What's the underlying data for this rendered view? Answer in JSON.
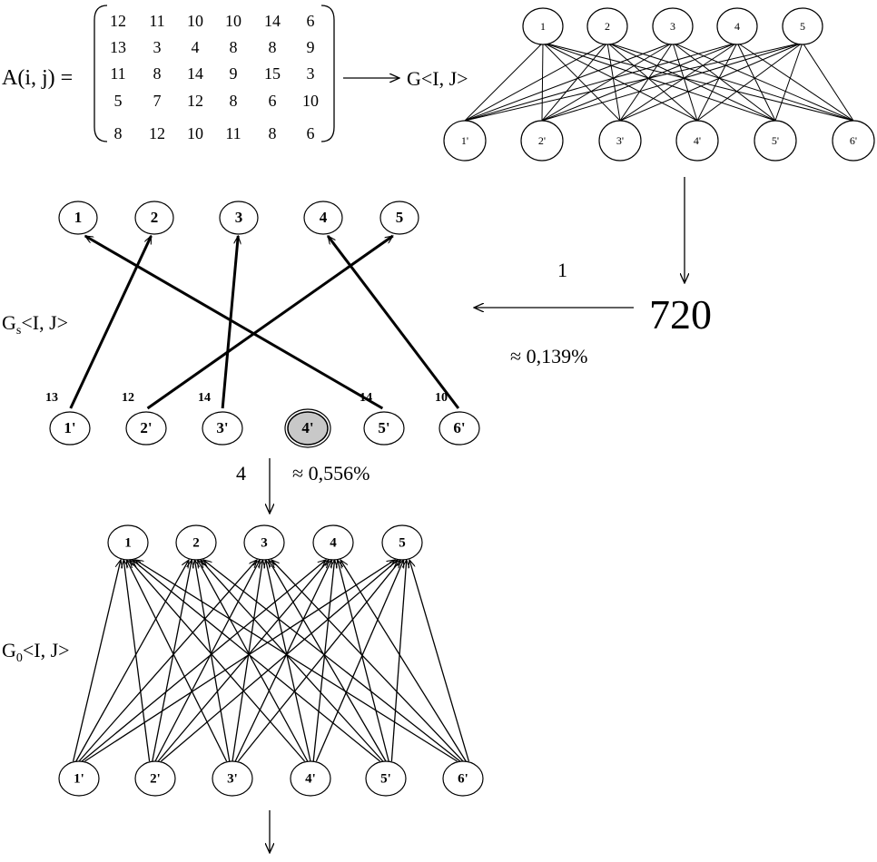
{
  "matrix": {
    "label": "A(i, j) =",
    "rows": [
      [
        "12",
        "11",
        "10",
        "10",
        "14",
        "6"
      ],
      [
        "13",
        "3",
        "4",
        "8",
        "8",
        "9"
      ],
      [
        "11",
        "8",
        "14",
        "9",
        "15",
        "3"
      ],
      [
        "5",
        "7",
        "12",
        "8",
        "6",
        "10"
      ],
      [
        "8",
        "12",
        "10",
        "11",
        "8",
        "6"
      ]
    ]
  },
  "graph_full": {
    "label": "G<I, J>",
    "top_nodes": [
      "1",
      "2",
      "3",
      "4",
      "5"
    ],
    "bottom_nodes": [
      "1'",
      "2'",
      "3'",
      "4'",
      "5'",
      "6'"
    ]
  },
  "count": {
    "value": "720",
    "arrow_label": "1",
    "percent": "≈ 0,139%"
  },
  "graph_s": {
    "label_main": "G",
    "label_sub": "s",
    "label_rest": "<I, J>",
    "top_nodes": [
      "1",
      "2",
      "3",
      "4",
      "5"
    ],
    "bottom_nodes": [
      "1'",
      "2'",
      "3'",
      "4'",
      "5'",
      "6'"
    ],
    "highlighted_node": "4'",
    "edges": [
      {
        "from": "1'",
        "to": "2",
        "weight": "13"
      },
      {
        "from": "2'",
        "to": "5",
        "weight": "12"
      },
      {
        "from": "3'",
        "to": "3",
        "weight": "14"
      },
      {
        "from": "5'",
        "to": "1",
        "weight": "14"
      },
      {
        "from": "6'",
        "to": "4",
        "weight": "10"
      }
    ]
  },
  "step": {
    "arrow_label": "4",
    "percent": "≈ 0,556%"
  },
  "graph_0": {
    "label_main": "G",
    "label_sub": "0",
    "label_rest": "<I, J>",
    "top_nodes": [
      "1",
      "2",
      "3",
      "4",
      "5"
    ],
    "bottom_nodes": [
      "1'",
      "2'",
      "3'",
      "4'",
      "5'",
      "6'"
    ],
    "edges": [
      [
        "1'",
        "1"
      ],
      [
        "1'",
        "2"
      ],
      [
        "1'",
        "3"
      ],
      [
        "1'",
        "4"
      ],
      [
        "1'",
        "5"
      ],
      [
        "2'",
        "1"
      ],
      [
        "2'",
        "2"
      ],
      [
        "2'",
        "3"
      ],
      [
        "2'",
        "4"
      ],
      [
        "2'",
        "5"
      ],
      [
        "3'",
        "1"
      ],
      [
        "3'",
        "2"
      ],
      [
        "3'",
        "3"
      ],
      [
        "3'",
        "4"
      ],
      [
        "3'",
        "5"
      ],
      [
        "4'",
        "1"
      ],
      [
        "4'",
        "2"
      ],
      [
        "4'",
        "3"
      ],
      [
        "4'",
        "4"
      ],
      [
        "4'",
        "5"
      ],
      [
        "5'",
        "1"
      ],
      [
        "5'",
        "2"
      ],
      [
        "5'",
        "3"
      ],
      [
        "5'",
        "4"
      ],
      [
        "5'",
        "5"
      ],
      [
        "6'",
        "1"
      ],
      [
        "6'",
        "2"
      ],
      [
        "6'",
        "3"
      ],
      [
        "6'",
        "4"
      ],
      [
        "6'",
        "5"
      ]
    ]
  }
}
